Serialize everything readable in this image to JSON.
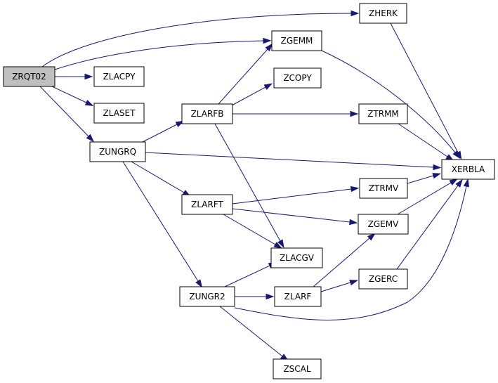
{
  "graph": {
    "root": "ZRQT02",
    "nodes": {
      "ZRQT02": "ZRQT02",
      "ZHERK": "ZHERK",
      "ZGEMM": "ZGEMM",
      "ZLACPY": "ZLACPY",
      "ZCOPY": "ZCOPY",
      "ZLASET": "ZLASET",
      "ZLARFB": "ZLARFB",
      "ZTRMM": "ZTRMM",
      "ZUNGRQ": "ZUNGRQ",
      "XERBLA": "XERBLA",
      "ZTRMV": "ZTRMV",
      "ZLARFT": "ZLARFT",
      "ZGEMV": "ZGEMV",
      "ZLACGV": "ZLACGV",
      "ZGERC": "ZGERC",
      "ZUNGR2": "ZUNGR2",
      "ZLARF": "ZLARF",
      "ZSCAL": "ZSCAL"
    },
    "edges": [
      [
        "ZRQT02",
        "ZHERK"
      ],
      [
        "ZRQT02",
        "ZGEMM"
      ],
      [
        "ZRQT02",
        "ZLACPY"
      ],
      [
        "ZRQT02",
        "ZLASET"
      ],
      [
        "ZRQT02",
        "ZUNGRQ"
      ],
      [
        "ZHERK",
        "XERBLA"
      ],
      [
        "ZGEMM",
        "XERBLA"
      ],
      [
        "ZLARFB",
        "ZGEMM"
      ],
      [
        "ZLARFB",
        "ZCOPY"
      ],
      [
        "ZLARFB",
        "ZTRMM"
      ],
      [
        "ZLARFB",
        "ZLACGV"
      ],
      [
        "ZTRMM",
        "XERBLA"
      ],
      [
        "ZUNGRQ",
        "ZLARFB"
      ],
      [
        "ZUNGRQ",
        "XERBLA"
      ],
      [
        "ZUNGRQ",
        "ZLARFT"
      ],
      [
        "ZUNGRQ",
        "ZUNGR2"
      ],
      [
        "ZLARFT",
        "ZTRMV"
      ],
      [
        "ZLARFT",
        "ZGEMV"
      ],
      [
        "ZLARFT",
        "ZLACGV"
      ],
      [
        "ZTRMV",
        "XERBLA"
      ],
      [
        "ZGEMV",
        "XERBLA"
      ],
      [
        "ZUNGR2",
        "ZLACGV"
      ],
      [
        "ZUNGR2",
        "ZLARF"
      ],
      [
        "ZUNGR2",
        "XERBLA"
      ],
      [
        "ZUNGR2",
        "ZSCAL"
      ],
      [
        "ZLARF",
        "ZGEMV"
      ],
      [
        "ZLARF",
        "ZGERC"
      ],
      [
        "ZGERC",
        "XERBLA"
      ]
    ]
  }
}
